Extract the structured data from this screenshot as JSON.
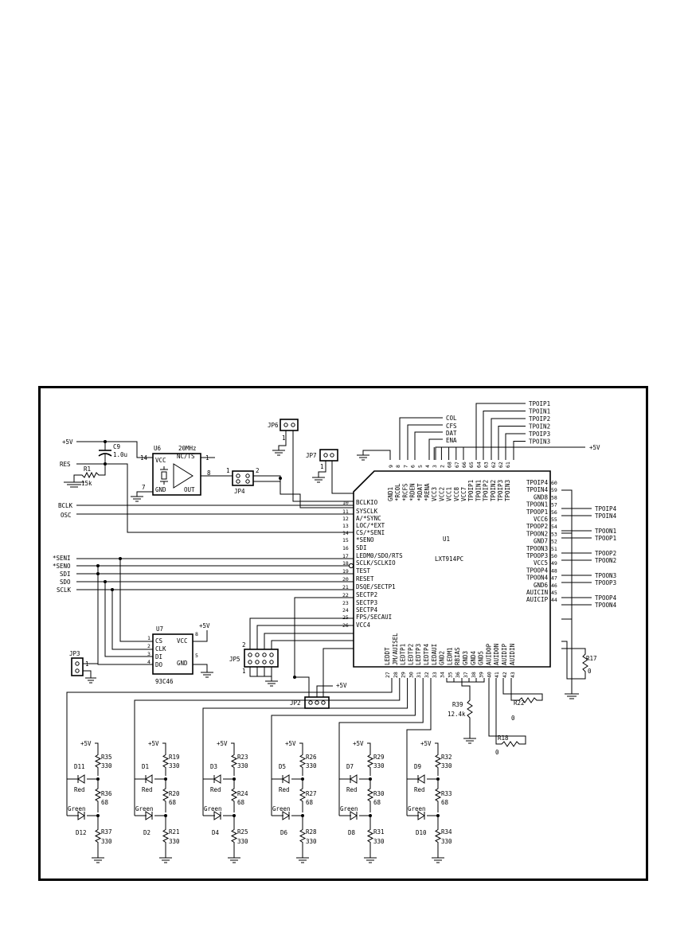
{
  "power": "+5V",
  "u6": {
    "ref": "U6",
    "freq": "20MHz",
    "vcc": "VCC",
    "nc": "NC/TS",
    "gnd": "GND",
    "out": "OUT",
    "p14": "14",
    "p1": "1",
    "p7": "7",
    "p8": "8"
  },
  "c9": {
    "ref": "C9",
    "value": "1.0u"
  },
  "r1": {
    "ref": "R1",
    "value": "15k"
  },
  "jp": {
    "jp2": "JP2",
    "jp3": "JP3",
    "jp4": "JP4",
    "jp5": "JP5",
    "jp6": "JP6",
    "jp7": "JP7"
  },
  "pin1": "1",
  "pin2": "2",
  "u7": {
    "ref": "U7",
    "part": "93C46",
    "cs": "CS",
    "clk": "CLK",
    "di": "DI",
    "do": "DO",
    "vcc": "VCC",
    "gnd": "GND",
    "p1": "1",
    "p2": "2",
    "p3": "3",
    "p4": "4",
    "p8": "8",
    "p5": "5"
  },
  "u1": {
    "ref": "U1",
    "part": "LXT914PC"
  },
  "left_signals": [
    "RES",
    "BCLK",
    "OSC",
    "*SENI",
    "*SENO",
    "SDI",
    "SDO",
    "SCLK"
  ],
  "top_signals": [
    "COL",
    "CFS",
    "DAT",
    "ENA"
  ],
  "left_pins": [
    {
      "n": "10",
      "name": "BCLKIO"
    },
    {
      "n": "11",
      "name": "SYSCLK"
    },
    {
      "n": "12",
      "name": "A/*SYNC"
    },
    {
      "n": "13",
      "name": "LOC/*EXT"
    },
    {
      "n": "14",
      "name": "CS/*SENI"
    },
    {
      "n": "15",
      "name": "*SENO"
    },
    {
      "n": "16",
      "name": "SDI"
    },
    {
      "n": "17",
      "name": "LEDM0/SDO/RTS"
    },
    {
      "n": "18",
      "name": "SCLK/SCLKIO"
    },
    {
      "n": "19",
      "name": "TEST"
    },
    {
      "n": "20",
      "name": "RESET"
    },
    {
      "n": "21",
      "name": "DSQE/SECTP1"
    },
    {
      "n": "22",
      "name": "SECTP2"
    },
    {
      "n": "23",
      "name": "SECTP3"
    },
    {
      "n": "24",
      "name": "SECTP4"
    },
    {
      "n": "25",
      "name": "FPS/SECAUI"
    },
    {
      "n": "26",
      "name": "VCC4"
    }
  ],
  "top_pins": [
    {
      "n": "9",
      "name": "GND1"
    },
    {
      "n": "8",
      "name": "*RCOL"
    },
    {
      "n": "7",
      "name": "*RCFS"
    },
    {
      "n": "6",
      "name": "*RDEN"
    },
    {
      "n": "5",
      "name": "*RDAT"
    },
    {
      "n": "4",
      "name": "*RENA"
    },
    {
      "n": "3",
      "name": "VCC3"
    },
    {
      "n": "2",
      "name": "VCC2"
    },
    {
      "n": "68",
      "name": "VCC1"
    },
    {
      "n": "67",
      "name": "VCC8"
    },
    {
      "n": "66",
      "name": "VCC7"
    },
    {
      "n": "65",
      "name": "TPOIP1"
    },
    {
      "n": "64",
      "name": "TPOIN1"
    },
    {
      "n": "63",
      "name": "TPOIP2"
    },
    {
      "n": "62",
      "name": "TPOIN2"
    },
    {
      "n": "62",
      "name": "TPOIP3"
    },
    {
      "n": "61",
      "name": "TPOIN3"
    }
  ],
  "right_pins": [
    {
      "n": "60",
      "name": "TPOIP4"
    },
    {
      "n": "59",
      "name": "TPOIN4"
    },
    {
      "n": "58",
      "name": "GND8"
    },
    {
      "n": "57",
      "name": "TPOON1"
    },
    {
      "n": "56",
      "name": "TPOOP1"
    },
    {
      "n": "55",
      "name": "VCC6"
    },
    {
      "n": "54",
      "name": "TPOOP2"
    },
    {
      "n": "53",
      "name": "TPOON2"
    },
    {
      "n": "52",
      "name": "GND7"
    },
    {
      "n": "51",
      "name": "TPOON3"
    },
    {
      "n": "50",
      "name": "TPOOP3"
    },
    {
      "n": "49",
      "name": "VCC5"
    },
    {
      "n": "48",
      "name": "TPOOP4"
    },
    {
      "n": "47",
      "name": "TPOON4"
    },
    {
      "n": "46",
      "name": "GND6"
    },
    {
      "n": "45",
      "name": "AUICIN"
    },
    {
      "n": "44",
      "name": "AUICIP"
    }
  ],
  "bottom_pins": [
    {
      "n": "27",
      "name": "LEDDT"
    },
    {
      "n": "28",
      "name": "JM/AUISEL"
    },
    {
      "n": "29",
      "name": "LEDTP1"
    },
    {
      "n": "30",
      "name": "LEDTP2"
    },
    {
      "n": "31",
      "name": "LEDTP3"
    },
    {
      "n": "32",
      "name": "LEDTP4"
    },
    {
      "n": "33",
      "name": "LEDAUI"
    },
    {
      "n": "34",
      "name": "GND2"
    },
    {
      "n": "35",
      "name": "LEDM1"
    },
    {
      "n": "36",
      "name": "RBIAS"
    },
    {
      "n": "37",
      "name": "GND3"
    },
    {
      "n": "38",
      "name": "GND4"
    },
    {
      "n": "39",
      "name": "GND5"
    },
    {
      "n": "40",
      "name": "AUIDOP"
    },
    {
      "n": "41",
      "name": "AUIDON"
    },
    {
      "n": "42",
      "name": "AUIDIP"
    },
    {
      "n": "43",
      "name": "AUIDIN"
    }
  ],
  "top_right_nets": [
    "TPOIP1",
    "TPOIN1",
    "TPOIP2",
    "TPOIN2",
    "TPOIP3",
    "TPOIN3"
  ],
  "right_nets": [
    "TPOIP4",
    "TPOIN4",
    "TPOON1",
    "TPOOP1",
    "TPOOP2",
    "TPOON2",
    "TPOON3",
    "TPOOP3",
    "TPOOP4",
    "TPOON4"
  ],
  "r17": {
    "ref": "R17",
    "value": "0"
  },
  "r22": {
    "ref": "R22",
    "value": "0"
  },
  "r18": {
    "ref": "R18",
    "value": "0"
  },
  "r39": {
    "ref": "R39",
    "value": "12.4k"
  },
  "led_groups": [
    {
      "top_r": "R35",
      "top_v": "330",
      "mid_r": "R36",
      "mid_v": "68",
      "bot_r": "R37",
      "bot_v": "330",
      "d_red": "D11",
      "d_green": "D12"
    },
    {
      "top_r": "R19",
      "top_v": "330",
      "mid_r": "R20",
      "mid_v": "68",
      "bot_r": "R21",
      "bot_v": "330",
      "d_red": "D1",
      "d_green": "D2"
    },
    {
      "top_r": "R23",
      "top_v": "330",
      "mid_r": "R24",
      "mid_v": "68",
      "bot_r": "R25",
      "bot_v": "330",
      "d_red": "D3",
      "d_green": "D4"
    },
    {
      "top_r": "R26",
      "top_v": "330",
      "mid_r": "R27",
      "mid_v": "68",
      "bot_r": "R28",
      "bot_v": "330",
      "d_red": "D5",
      "d_green": "D6"
    },
    {
      "top_r": "R29",
      "top_v": "330",
      "mid_r": "R30",
      "mid_v": "68",
      "bot_r": "R31",
      "bot_v": "330",
      "d_red": "D7",
      "d_green": "D8"
    },
    {
      "top_r": "R32",
      "top_v": "330",
      "mid_r": "R33",
      "mid_v": "68",
      "bot_r": "R34",
      "bot_v": "330",
      "d_red": "D9",
      "d_green": "D10"
    }
  ],
  "led_colors": {
    "red": "Red",
    "green": "Green"
  }
}
